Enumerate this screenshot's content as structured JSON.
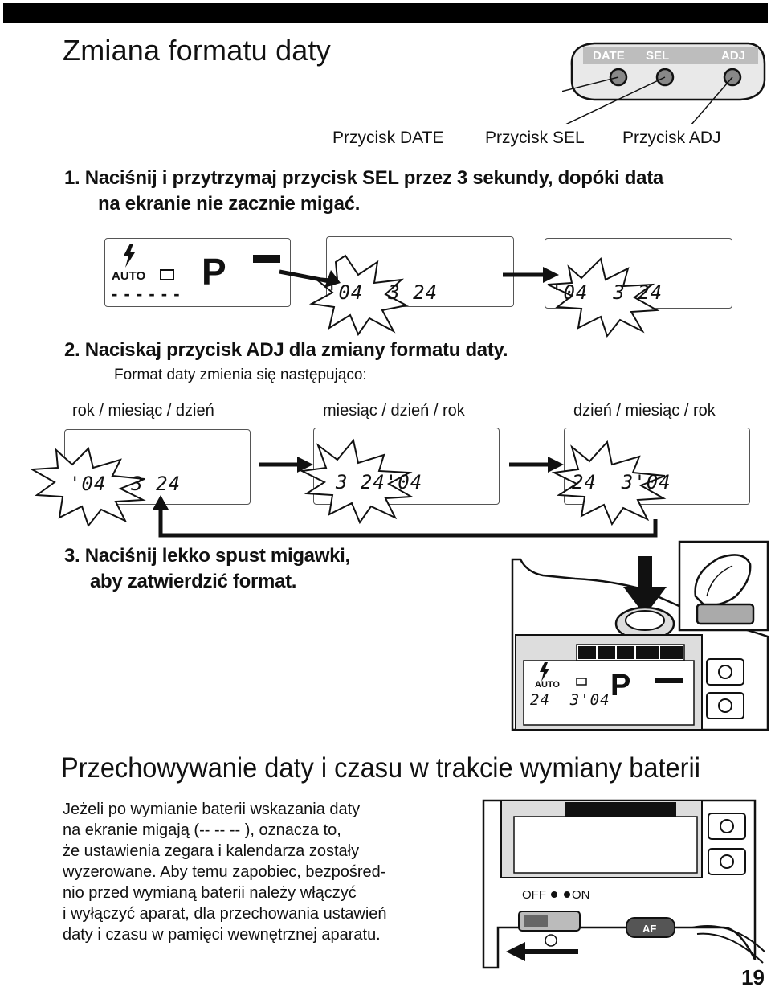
{
  "title": "Zmiana formatu daty",
  "camera_buttons": {
    "panel_labels": [
      "DATE",
      "SEL",
      "ADJ"
    ],
    "date_label": "Przycisk DATE",
    "sel_label": "Przycisk SEL",
    "adj_label": "Przycisk ADJ"
  },
  "steps": {
    "step1_line1": "1. Naciśnij i przytrzymaj przycisk SEL przez 3 sekundy, dopóki data",
    "step1_line2": "na ekranie nie zacznie migać.",
    "step2_line": "2. Naciskaj przycisk ADJ dla zmiany formatu daty.",
    "step2_sub": "Format daty zmienia się następująco:",
    "step3_line1": "3. Naciśnij lekko spust migawki,",
    "step3_line2": "aby zatwierdzić format."
  },
  "lcd_initial": {
    "auto": "AUTO",
    "mode": "P",
    "dashes": "- - - - - -"
  },
  "lcd_step1": {
    "date_a": "'04  3 24",
    "date_b": "'04  3 24"
  },
  "formats": [
    {
      "label": "rok / miesiąc / dzień",
      "display": "'04  3 24"
    },
    {
      "label": "miesiąc / dzień / rok",
      "display": "3 24'04"
    },
    {
      "label": "dzień / miesiąc / rok",
      "display": "24  3'04"
    }
  ],
  "camera_lcd": {
    "auto": "AUTO",
    "mode": "P",
    "date": "24  3'04"
  },
  "battery_section": {
    "heading": "Przechowywanie daty i czasu w trakcie wymiany baterii",
    "paragraph_lines": [
      "Jeżeli po wymianie baterii wskazania daty",
      "na ekranie migają (-- -- -- ), oznacza to,",
      "że ustawienia zegara i kalendarza zostały",
      "wyzerowane. Aby temu zapobiec, bezpośred-",
      "nio przed wymianą baterii należy włączyć",
      "i wyłączyć aparat, dla przechowania ustawień",
      "daty i czasu w pamięci wewnętrznej aparatu."
    ],
    "switch_off": "OFF",
    "switch_on": "ON",
    "af_button": "AF"
  },
  "page_number": "19"
}
